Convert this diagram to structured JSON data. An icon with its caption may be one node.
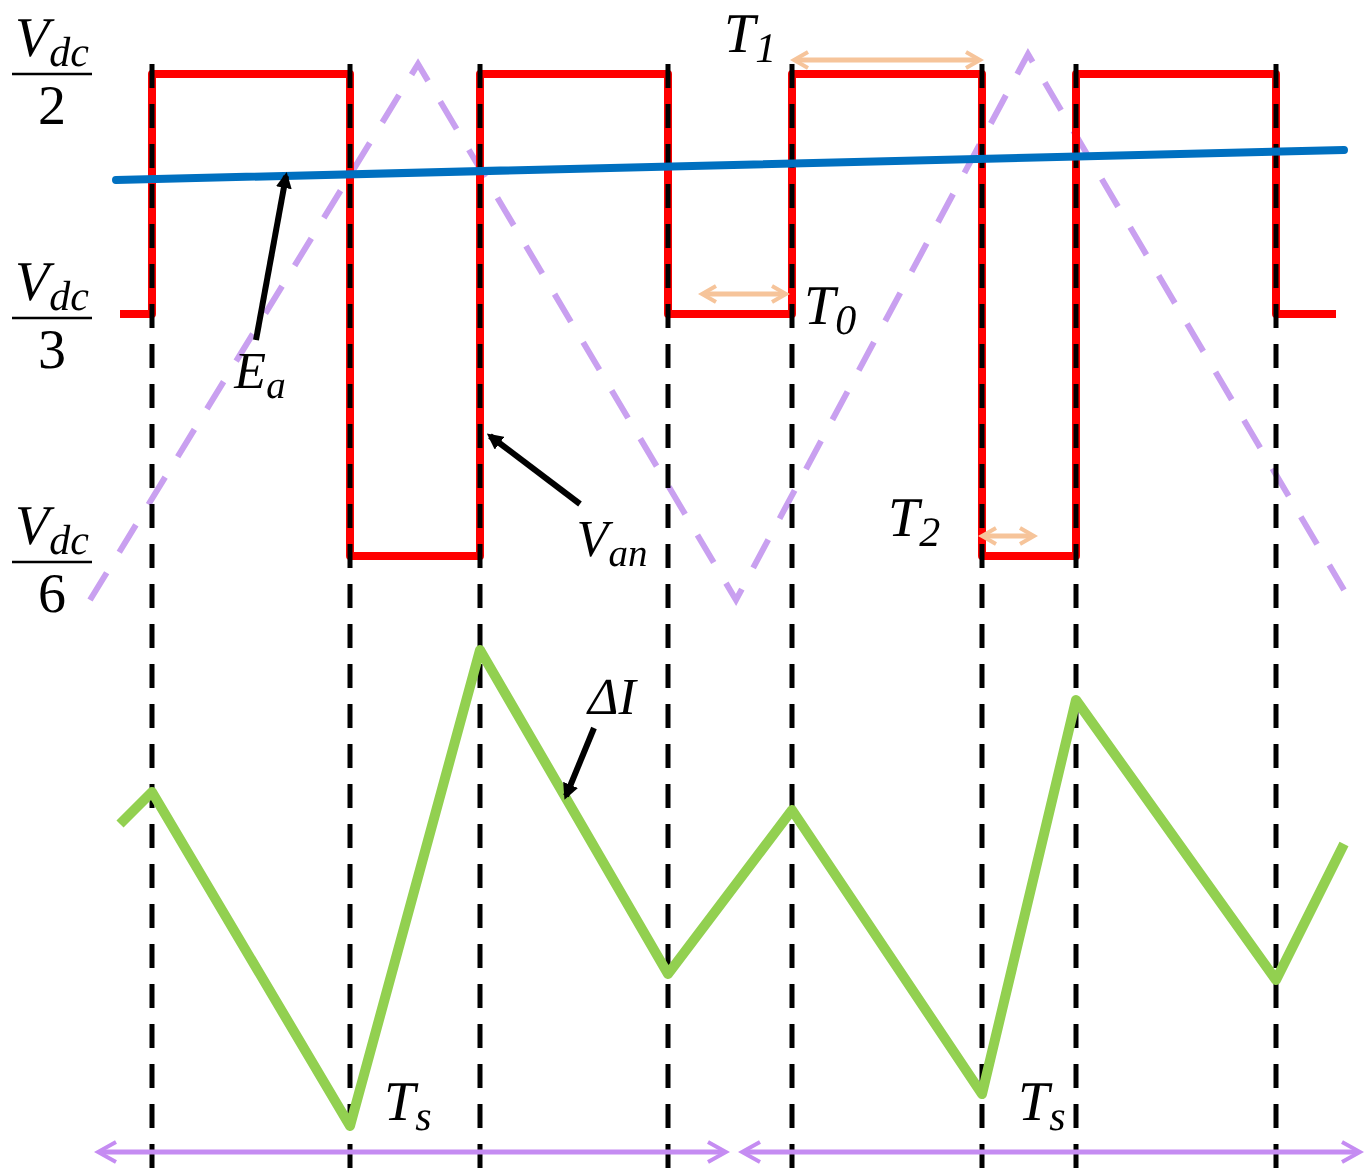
{
  "diagram": {
    "nodes": [
      {
        "text": [
          "E$_{a}$"
        ]
      },
      {
        "text": [
          "V$_{an}$"
        ]
      },
      {
        "text": [
          "ΔI"
        ]
      }
    ],
    "edges": [
      {
        "from": 0,
        "to": null,
        "arrow": "to"
      },
      {
        "from": 1,
        "to": null,
        "arrow": "to"
      },
      {
        "from": 2,
        "to": null,
        "arrow": "to"
      }
    ],
    "labels": [
      "V$_{dc}$",
      "2",
      "V$_{dc}$",
      "3",
      "V$_{dc}$",
      "6",
      "T$_{1}$",
      "T$_{0}$",
      "T$_{2}$",
      "T$_{s}$",
      "T$_{s}$"
    ]
  }
}
